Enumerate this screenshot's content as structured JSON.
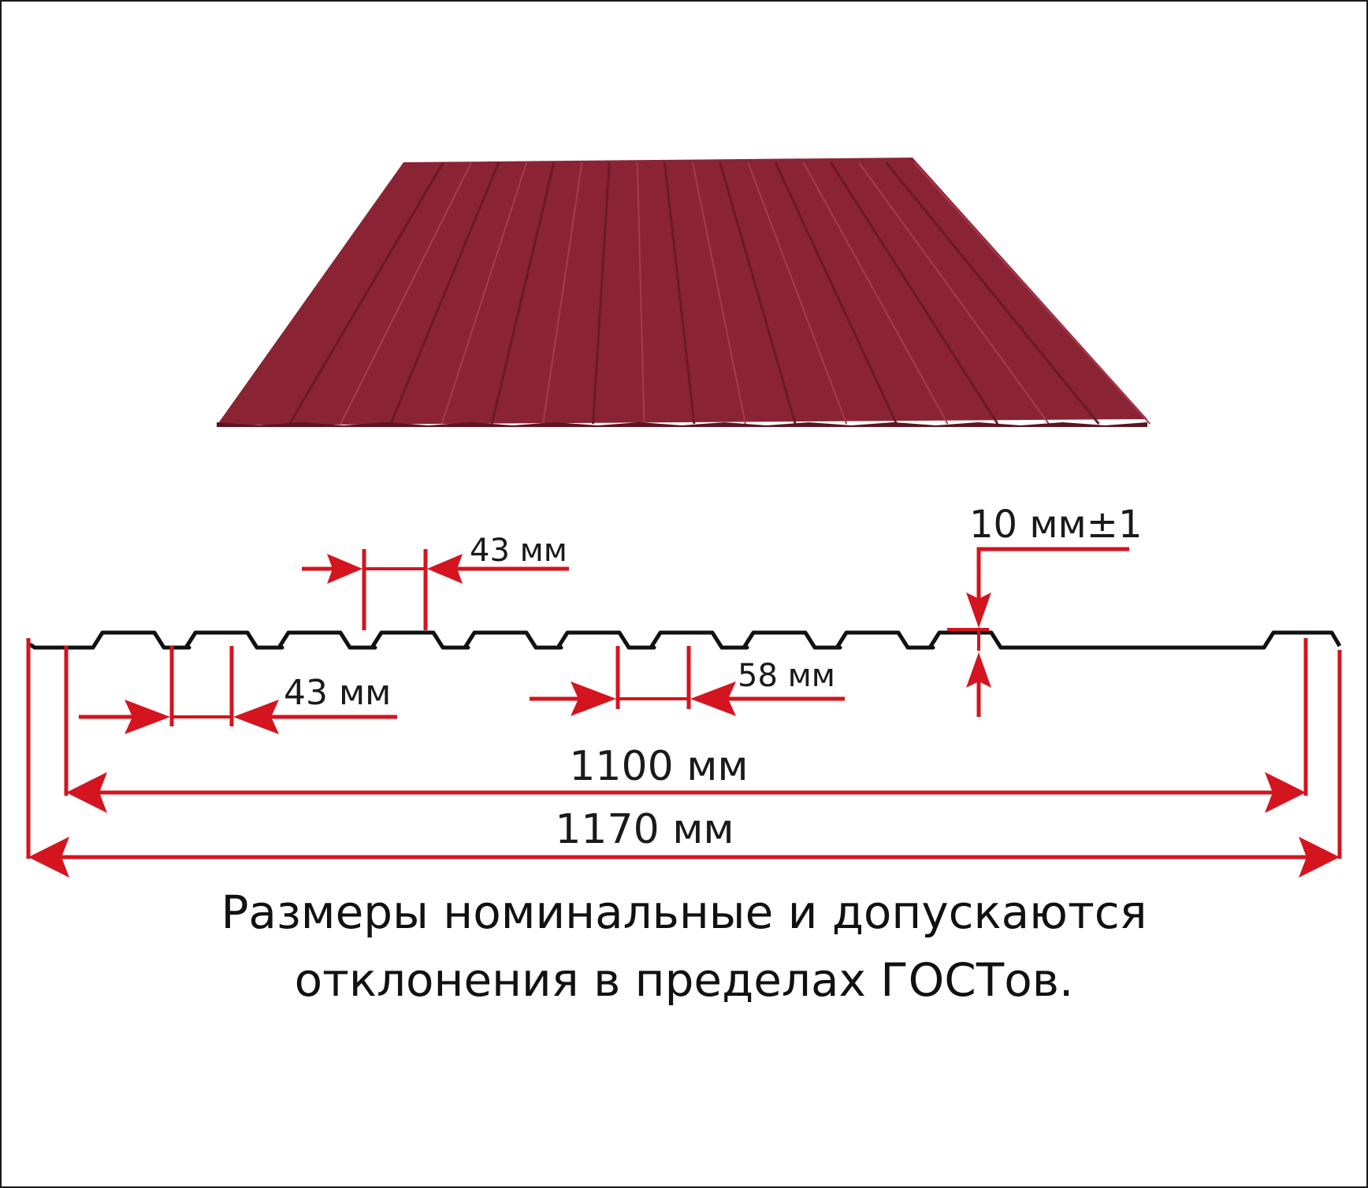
{
  "diagram": {
    "dimensions": {
      "top_rib_width": "43 мм",
      "rib_height": "10 мм±1",
      "bottom_rib_width": "43 мм",
      "valley_width": "58 мм",
      "useful_width": "1100 мм",
      "total_width": "1170 мм"
    },
    "note": {
      "line1": "Размеры номинальные и допускаются",
      "line2": "отклонения в пределах ГОСТов."
    },
    "colors": {
      "sheet": "#8a2434",
      "sheet_shadow": "#6e1a28",
      "dimension_lines": "#d4141f",
      "profile_outline": "#111111"
    }
  }
}
